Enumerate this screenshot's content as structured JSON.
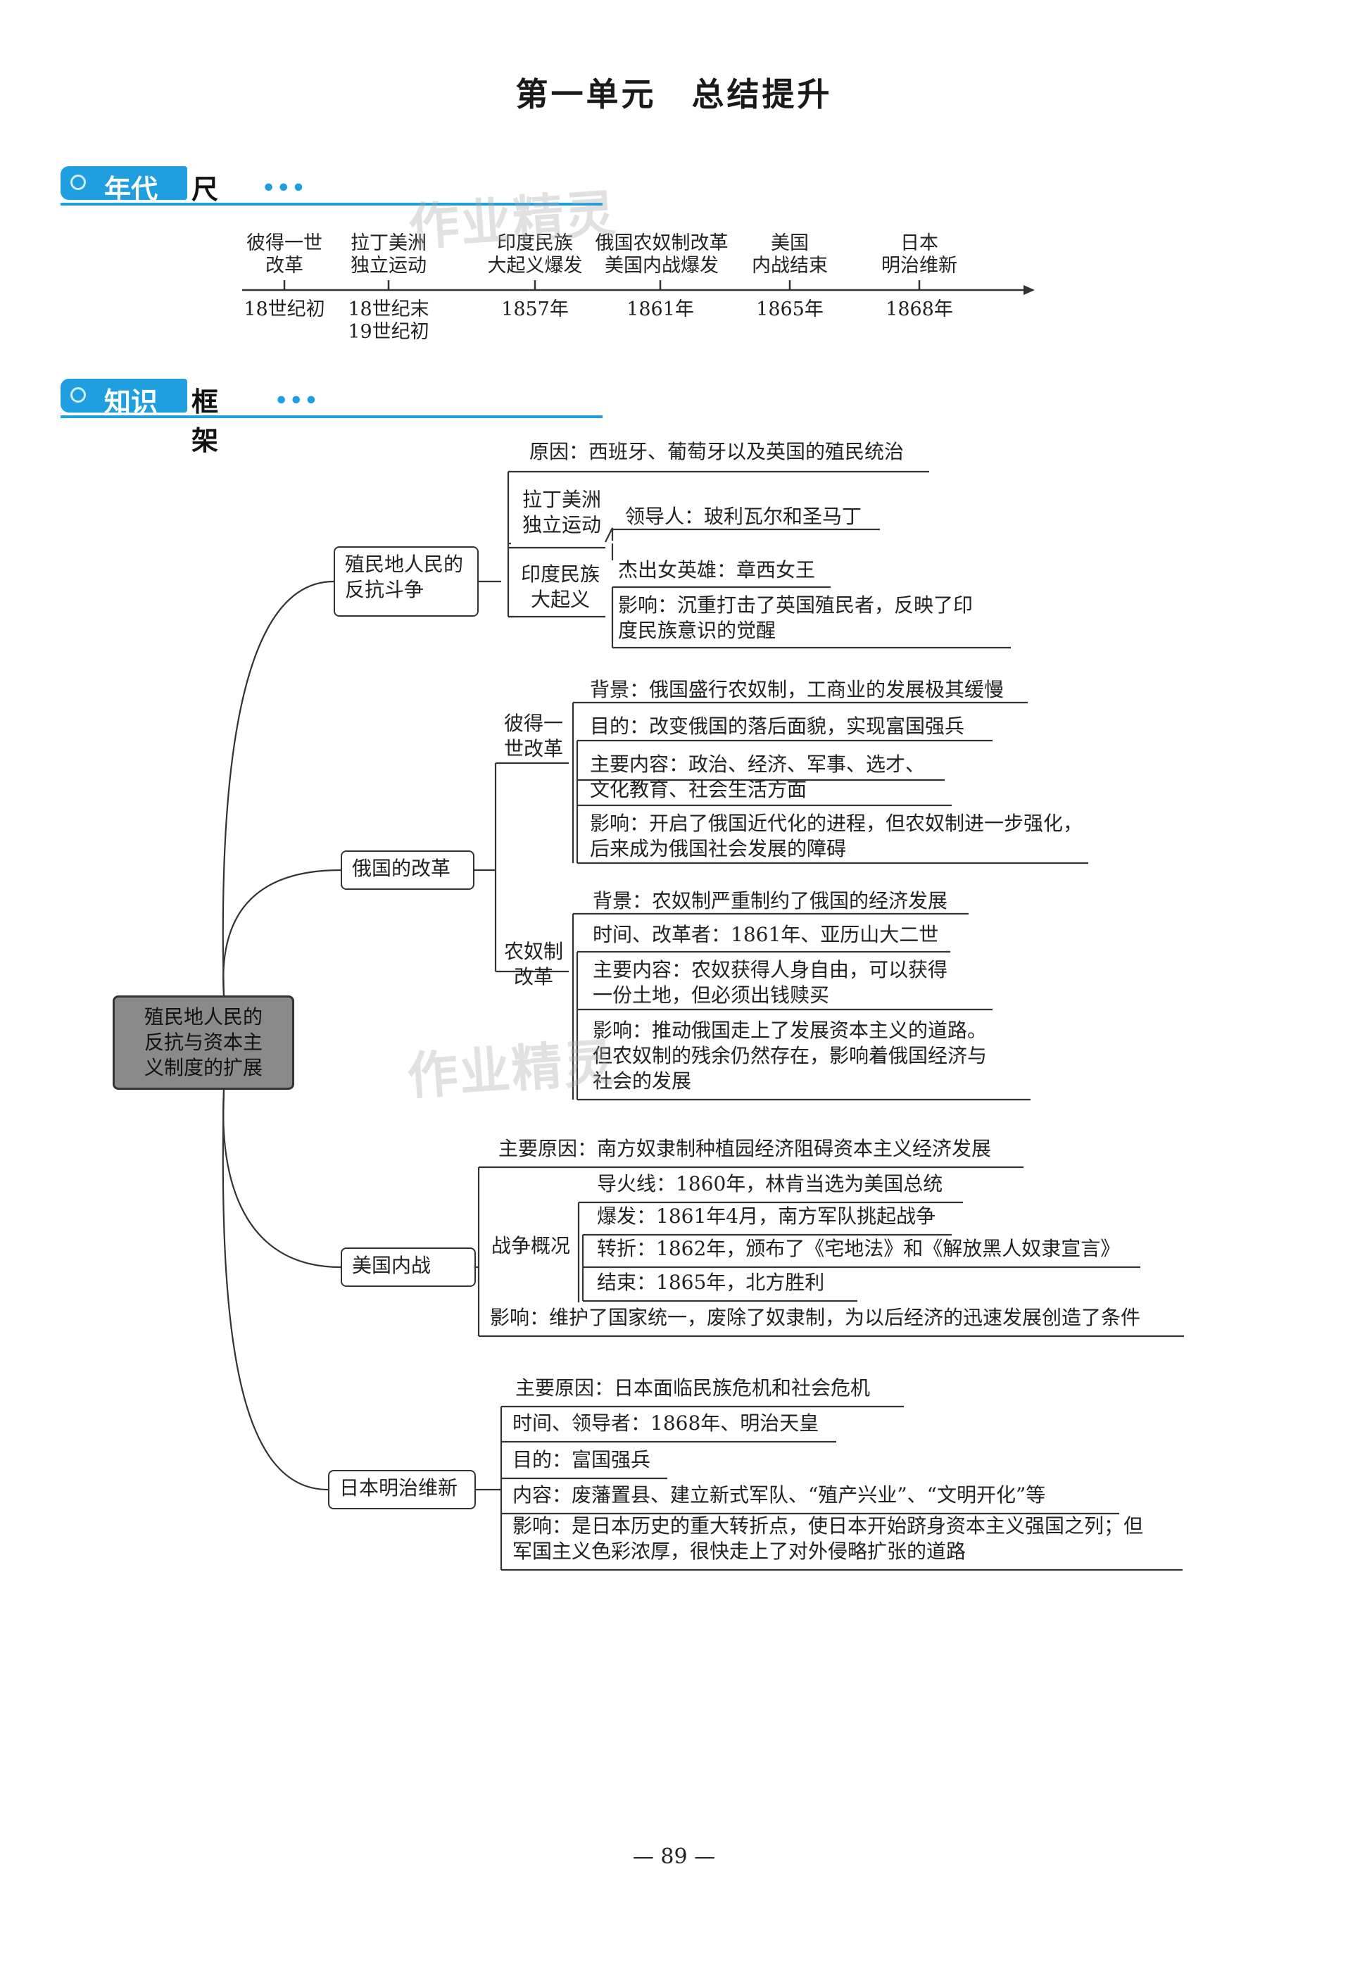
{
  "title": "第一单元　总结提升",
  "sections": {
    "timeline": {
      "tag": "年代",
      "rest": "尺",
      "dots": "•••"
    },
    "framework": {
      "tag": "知识",
      "rest": "框架",
      "dots": "•••"
    }
  },
  "timeline": [
    {
      "event": [
        "彼得一世",
        "改革"
      ],
      "date": [
        "18世纪初"
      ]
    },
    {
      "event": [
        "拉丁美洲",
        "独立运动"
      ],
      "date": [
        "18世纪末",
        "19世纪初"
      ]
    },
    {
      "event": [
        "印度民族",
        "大起义爆发"
      ],
      "date": [
        "1857年"
      ]
    },
    {
      "event": [
        "俄国农奴制改革",
        "美国内战爆发"
      ],
      "date": [
        "1861年"
      ]
    },
    {
      "event": [
        "美国",
        "内战结束"
      ],
      "date": [
        "1865年"
      ]
    },
    {
      "event": [
        "日本",
        "明治维新"
      ],
      "date": [
        "1868年"
      ]
    }
  ],
  "mindmap": {
    "root": [
      "殖民地人民的",
      "反抗与资本主",
      "义制度的扩展"
    ],
    "b1": {
      "title": [
        "殖民地人民的",
        "反抗斗争"
      ],
      "cause": "原因：西班牙、葡萄牙以及英国的殖民统治",
      "latin_label": [
        "拉丁美洲",
        "独立运动"
      ],
      "latin_leader": "领导人：玻利瓦尔和圣马丁",
      "india_label": [
        "印度民族",
        "大起义"
      ],
      "india_hero": "杰出女英雄：章西女王",
      "india_impact": [
        "影响：沉重打击了英国殖民者，反映了印",
        "度民族意识的觉醒"
      ]
    },
    "b2": {
      "title": "俄国的改革",
      "peter_label": [
        "彼得一",
        "世改革"
      ],
      "peter_bg": "背景：俄国盛行农奴制，工商业的发展极其缓慢",
      "peter_goal": "目的：改变俄国的落后面貌，实现富国强兵",
      "peter_content": [
        "主要内容：政治、经济、军事、选才、",
        "文化教育、社会生活方面"
      ],
      "peter_impact": [
        "影响：开启了俄国近代化的进程，但农奴制进一步强化，",
        "后来成为俄国社会发展的障碍"
      ],
      "serf_label": [
        "农奴制",
        "改革"
      ],
      "serf_bg": "背景：农奴制严重制约了俄国的经济发展",
      "serf_time": "时间、改革者：1861年、亚历山大二世",
      "serf_content": [
        "主要内容：农奴获得人身自由，可以获得",
        "一份土地，但必须出钱赎买"
      ],
      "serf_impact": [
        "影响：推动俄国走上了发展资本主义的道路。",
        "但农奴制的残余仍然存在，影响着俄国经济与",
        "社会的发展"
      ]
    },
    "b3": {
      "title": "美国内战",
      "cause": "主要原因：南方奴隶制种植园经济阻碍资本主义经济发展",
      "war_label": "战争概况",
      "fuse": "导火线：1860年，林肯当选为美国总统",
      "outbreak": "爆发：1861年4月，南方军队挑起战争",
      "turning": "转折：1862年，颁布了《宅地法》和《解放黑人奴隶宣言》",
      "end": "结束：1865年，北方胜利",
      "impact": "影响：维护了国家统一，废除了奴隶制，为以后经济的迅速发展创造了条件"
    },
    "b4": {
      "title": "日本明治维新",
      "cause": "主要原因：日本面临民族危机和社会危机",
      "time": "时间、领导者：1868年、明治天皇",
      "goal": "目的：富国强兵",
      "content": "内容：废藩置县、建立新式军队、“殖产兴业”、“文明开化”等",
      "impact": [
        "影响：是日本历史的重大转折点，使日本开始跻身资本主义强国之列；但",
        "军国主义色彩浓厚，很快走上了对外侵略扩张的道路"
      ]
    }
  },
  "watermark": "作业精灵",
  "page_number": "— 89 —"
}
